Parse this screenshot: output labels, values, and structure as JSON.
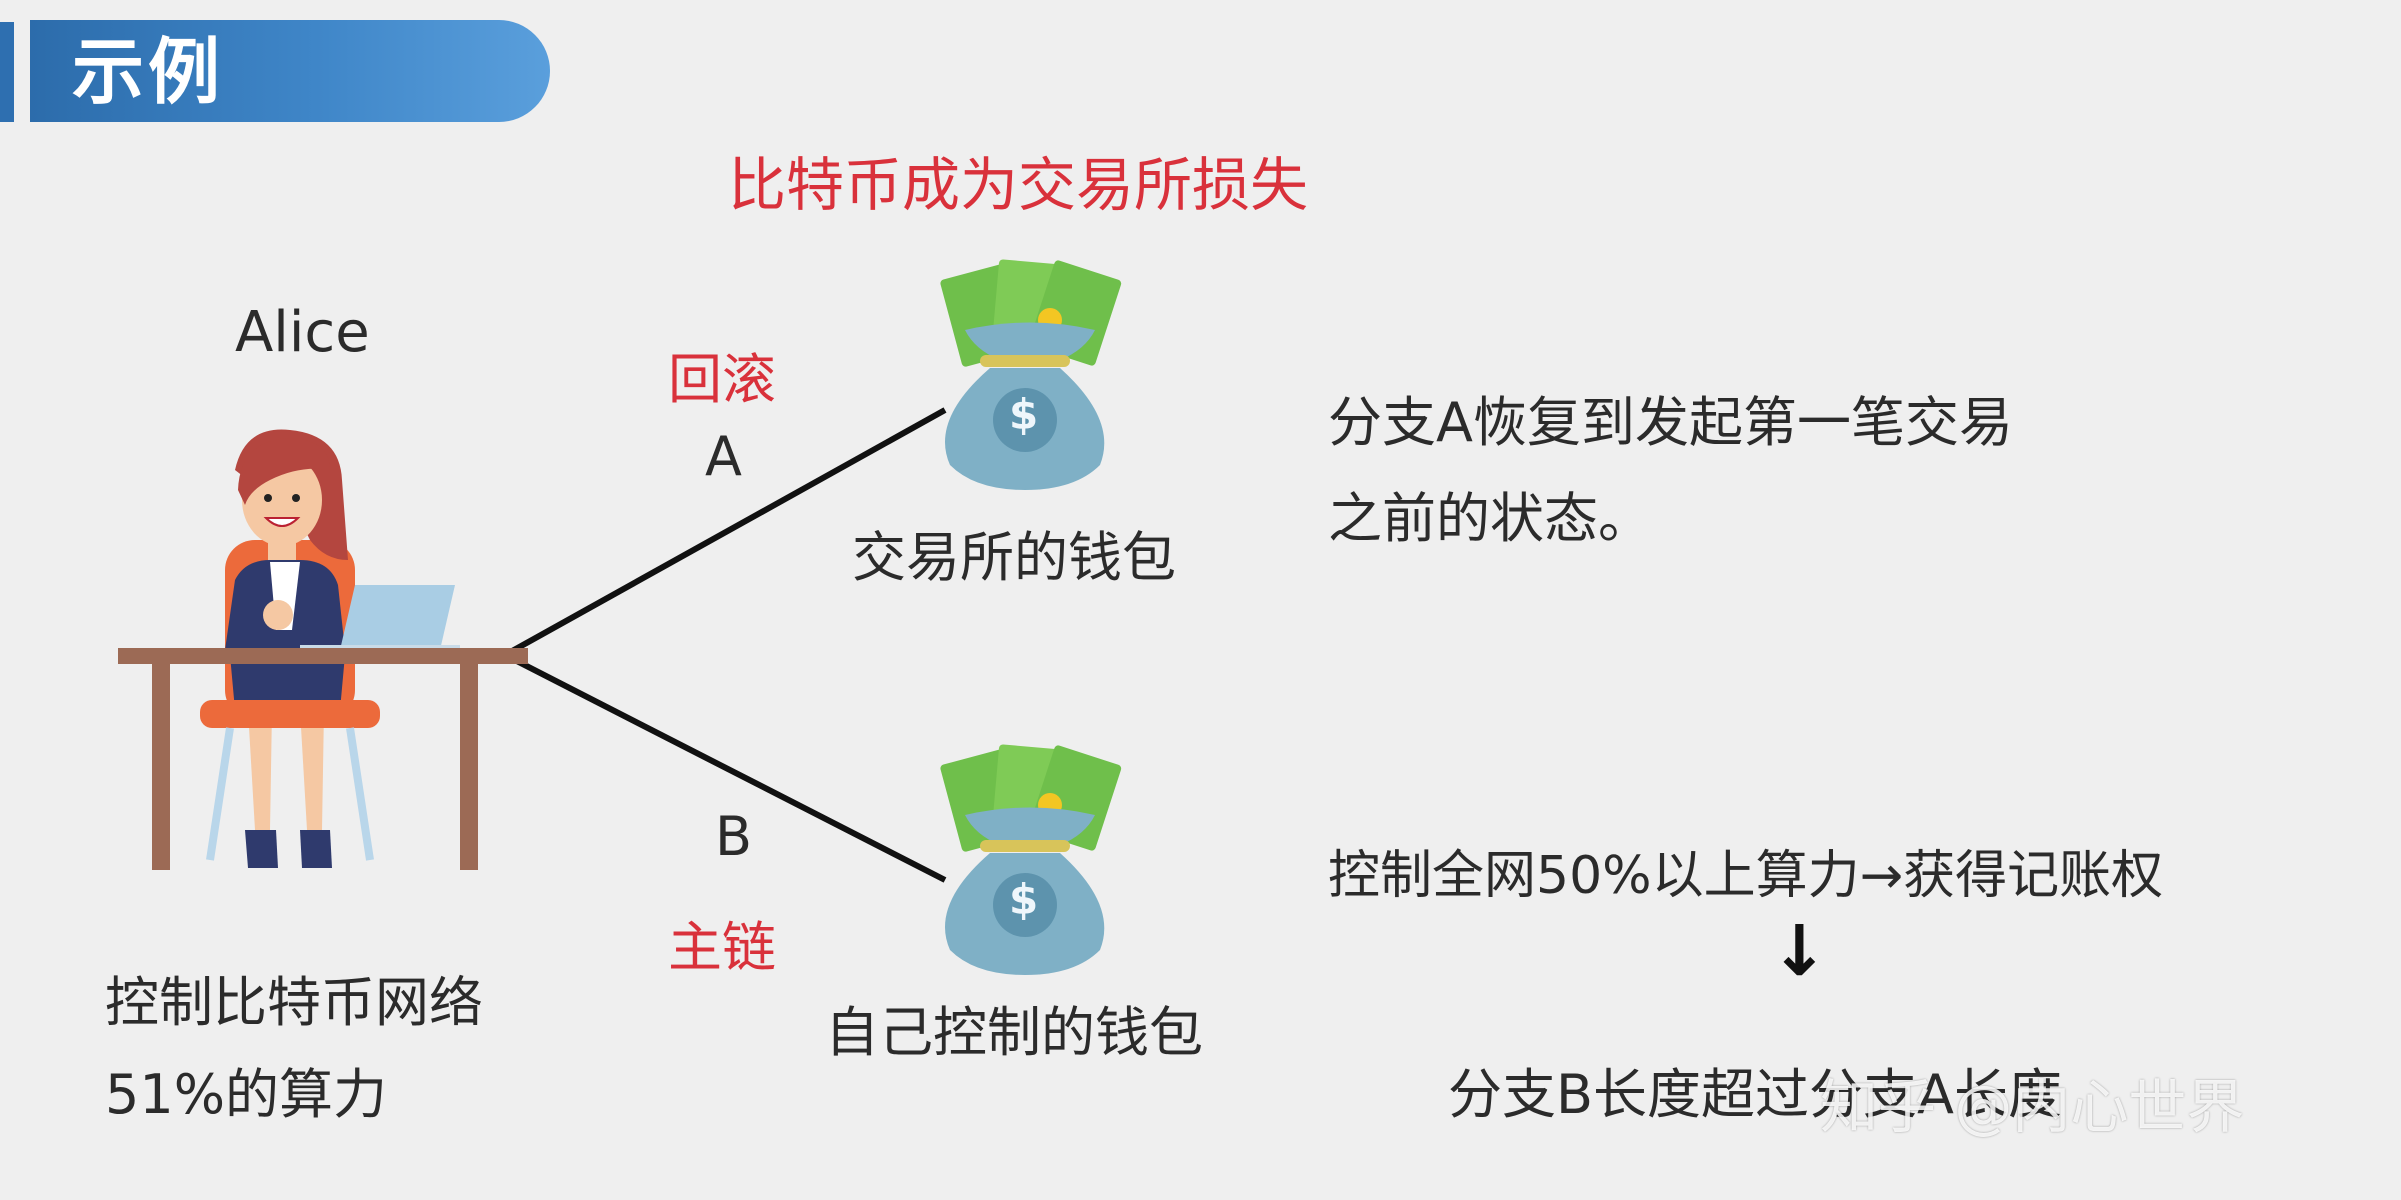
{
  "header": {
    "title": "示例"
  },
  "headline": "比特币成为交易所损失",
  "person": {
    "name": "Alice"
  },
  "branch_a": {
    "tag": "回滚",
    "label": "A",
    "wallet": "交易所的钱包",
    "desc_line1": "分支A恢复到发起第一笔交易",
    "desc_line2": "之前的状态。"
  },
  "branch_b": {
    "label": "B",
    "tag": "主链",
    "wallet": "自己控制的钱包",
    "desc_line1": "控制全网50%以上算力→获得记账权",
    "arrow": "↓",
    "desc_line2": "分支B长度超过分支A长度"
  },
  "alice_note": {
    "line1": "控制比特币网络",
    "line2": "51%的算力"
  },
  "watermark": "知乎 @内心世界",
  "colors": {
    "accent_red": "#d9313b",
    "header_blue": "#2c6cab",
    "money_bag": "#7fb0c6",
    "cash_green": "#6fbf4b"
  },
  "icons": {
    "dollar": "$"
  }
}
